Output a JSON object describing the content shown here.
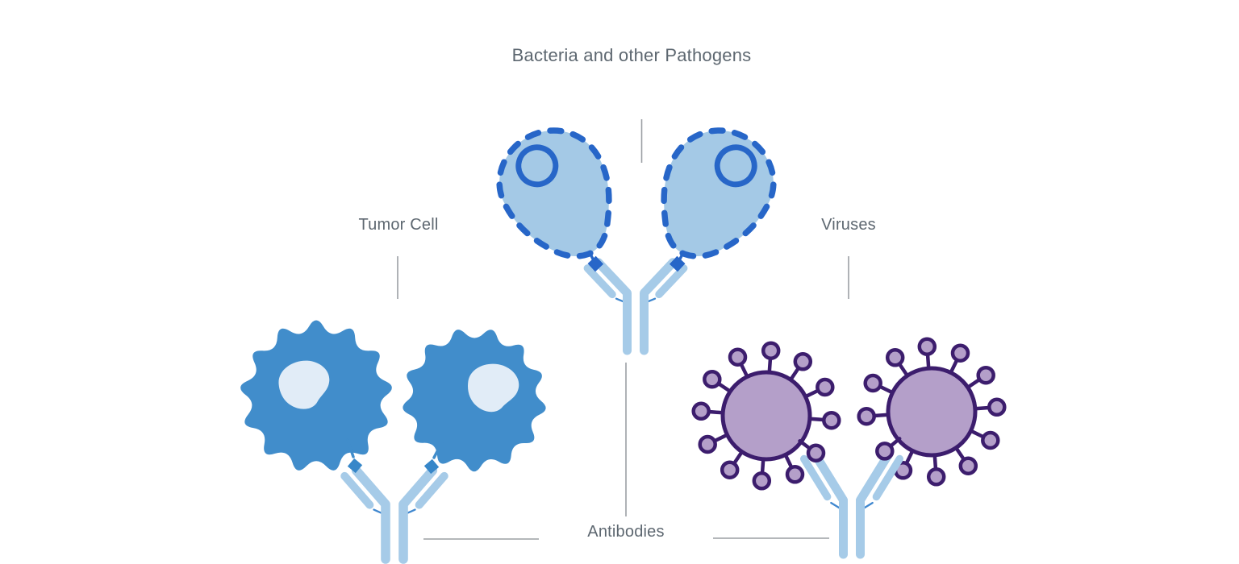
{
  "title": "Bacteria and other Pathogens",
  "labels": {
    "tumor_cell": "Tumor Cell",
    "viruses": "Viruses",
    "antibodies": "Antibodies"
  },
  "colors": {
    "background": "#ffffff",
    "text": "#5d6770",
    "line": "#9b9fa3",
    "antibody": "#a6cbe8",
    "bond": "#3f87cf",
    "bacteria_fill": "#a4c9e6",
    "bacteria_stroke": "#2766c8",
    "tumor": "#418dcb",
    "tumor_nucleus": "#e1ecf7",
    "tumor_connector": "#3787c9",
    "virus_fill": "#b49fc9",
    "virus_stroke": "#3c1d6d"
  }
}
